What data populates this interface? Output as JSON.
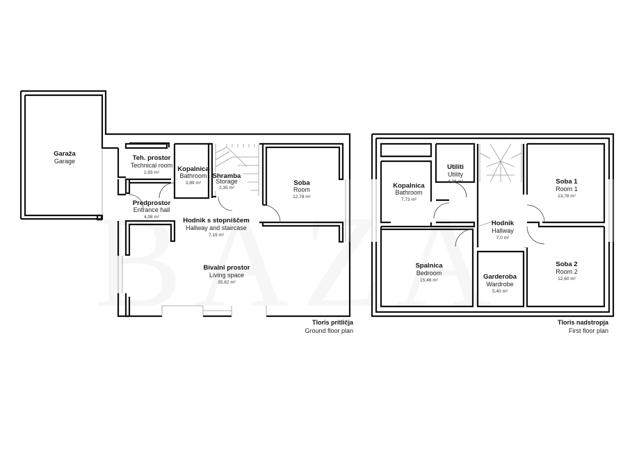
{
  "watermark": "BAZA",
  "ground_floor": {
    "title": "Tloris pritličja",
    "subtitle": "Ground floor plan",
    "rooms": [
      {
        "name": "Garaža",
        "sub": "Garage",
        "area": ""
      },
      {
        "name": "Teh. prostor",
        "sub": "Technical room",
        "area": "2,93 m²"
      },
      {
        "name": "Kopalnica",
        "sub": "Bathroom",
        "area": "3,89 m²"
      },
      {
        "name": "Shramba",
        "sub": "Storage",
        "area": "2,35 m²"
      },
      {
        "name": "Soba",
        "sub": "Room",
        "area": "12,78 m²"
      },
      {
        "name": "Predprostor",
        "sub": "Entrance hall",
        "area": "4,08 m²"
      },
      {
        "name": "Hodnik s stopniščem",
        "sub": "Hallway and staircase",
        "area": "7,19 m²"
      },
      {
        "name": "Bivalni prostor",
        "sub": "Living space",
        "area": "35,82 m²"
      }
    ]
  },
  "first_floor": {
    "title": "Tloris nadstropja",
    "subtitle": "First floor plan",
    "rooms": [
      {
        "name": "Kopalnica",
        "sub": "Bathroom",
        "area": "7,73 m²"
      },
      {
        "name": "Utiliti",
        "sub": "Utility",
        "area": "4,26 m²"
      },
      {
        "name": "Soba 1",
        "sub": "Room 1",
        "area": "13,78 m²"
      },
      {
        "name": "Hodnik",
        "sub": "Hallway",
        "area": "7,0 m²"
      },
      {
        "name": "Spalnica",
        "sub": "Bedroom",
        "area": "15,46 m²"
      },
      {
        "name": "Garderoba",
        "sub": "Wardrobe",
        "area": "5,40 m²"
      },
      {
        "name": "Soba 2",
        "sub": "Room 2",
        "area": "12,60 m²"
      }
    ]
  }
}
